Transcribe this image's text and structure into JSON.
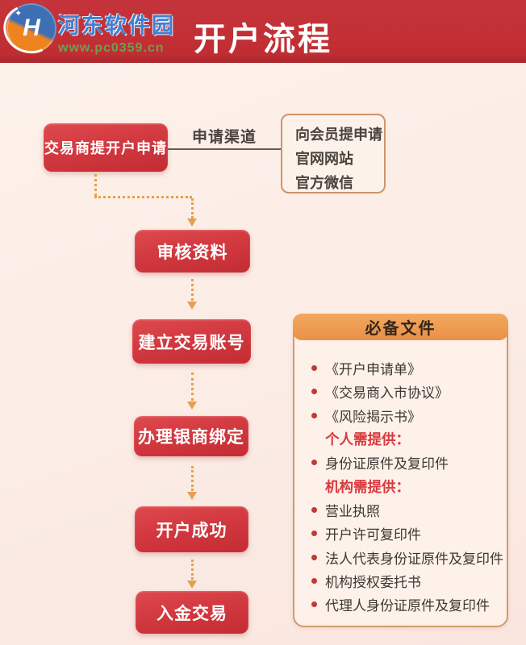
{
  "header": {
    "title": "开户流程"
  },
  "watermark": {
    "site_name": "河东软件园",
    "site_url": "www.pc0359.cn",
    "monogram": "H",
    "star": "✦"
  },
  "flow": {
    "steps": [
      {
        "label": "交易商提开户申请"
      },
      {
        "label": "审核资料"
      },
      {
        "label": "建立交易账号"
      },
      {
        "label": "办理银商绑定"
      },
      {
        "label": "开户成功"
      },
      {
        "label": "入金交易"
      }
    ]
  },
  "channels": {
    "connector_label": "申请渠道",
    "items": [
      "向会员提申请",
      "官网网站",
      "官方微信"
    ]
  },
  "documents_panel": {
    "title": "必备文件",
    "items": [
      {
        "type": "bullet",
        "text": "《开户申请单》"
      },
      {
        "type": "bullet",
        "text": "《交易商入市协议》"
      },
      {
        "type": "bullet",
        "text": "《风险揭示书》"
      },
      {
        "type": "label",
        "text": "个人需提供："
      },
      {
        "type": "bullet",
        "text": "身份证原件及复印件"
      },
      {
        "type": "label",
        "text": "机构需提供："
      },
      {
        "type": "bullet",
        "text": "营业执照"
      },
      {
        "type": "bullet",
        "text": "开户许可复印件"
      },
      {
        "type": "bullet",
        "text": "法人代表身份证原件及复印件"
      },
      {
        "type": "bullet",
        "text": "机构授权委托书"
      },
      {
        "type": "bullet",
        "text": "代理人身份证原件及复印件"
      }
    ]
  },
  "colors": {
    "header_red": "#c02e34",
    "box_red": "#d23940",
    "arrow_orange": "#e5a04a",
    "panel_header_orange": "#ee9c52",
    "panel_border": "#d29b6e",
    "page_background": "#fbece5",
    "bullet_red": "#c23a31",
    "emphasis_red": "#d8393f",
    "text_dark": "#3d3733"
  }
}
